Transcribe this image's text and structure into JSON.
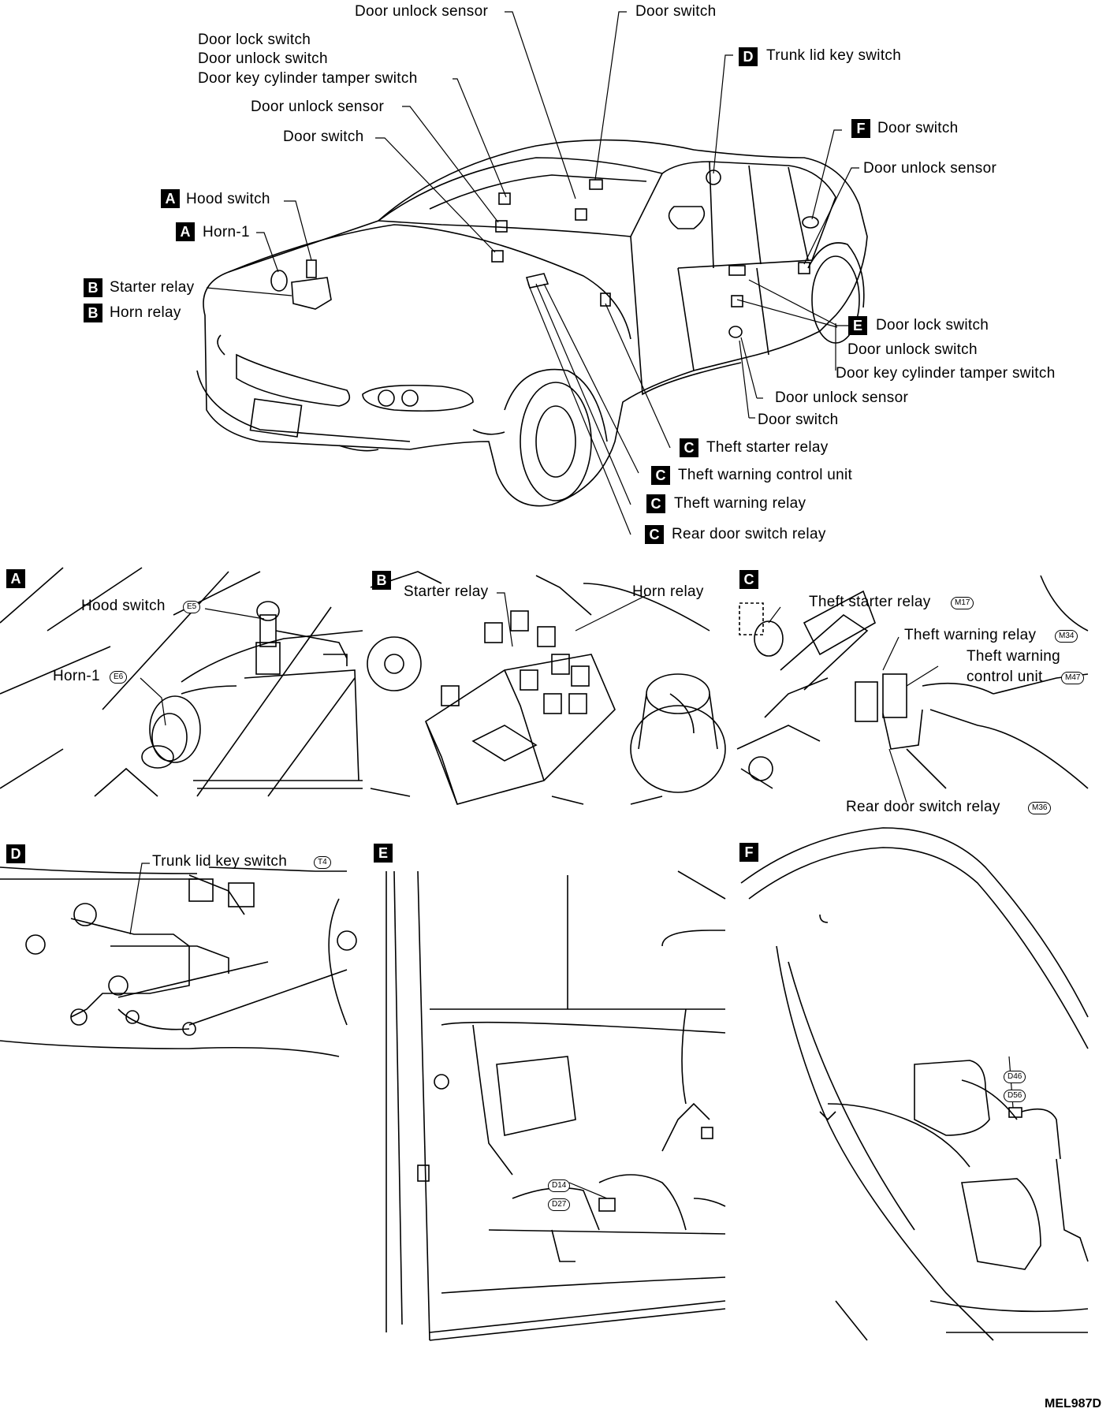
{
  "overview": {
    "labels": {
      "door_unlock_sensor_top": "Door unlock sensor",
      "door_switch_top": "Door switch",
      "door_lock_switch_l": "Door lock switch",
      "door_unlock_switch_l": "Door unlock switch",
      "door_key_cyl_l": "Door key cylinder tamper switch",
      "door_unlock_sensor_l": "Door unlock sensor",
      "door_switch_l": "Door switch",
      "hood_switch": "Hood switch",
      "horn1": "Horn-1",
      "starter_relay": "Starter relay",
      "horn_relay": "Horn relay",
      "trunk_lid_key_switch": "Trunk lid key switch",
      "door_switch_f": "Door switch",
      "door_unlock_sensor_r": "Door unlock sensor",
      "door_lock_switch_e": "Door lock switch",
      "door_unlock_switch_e": "Door unlock switch",
      "door_key_cyl_e": "Door key cylinder tamper switch",
      "door_unlock_sensor_rr": "Door unlock sensor",
      "door_switch_rr": "Door switch",
      "theft_starter_relay": "Theft starter relay",
      "theft_warning_cu": "Theft warning control unit",
      "theft_warning_relay": "Theft warning relay",
      "rear_door_switch_relay": "Rear door switch relay"
    },
    "tags": {
      "a": "A",
      "b": "B",
      "c": "C",
      "d": "D",
      "e": "E",
      "f": "F"
    }
  },
  "panels": {
    "a": {
      "tag": "A",
      "hood_switch": "Hood switch",
      "hood_conn": "E5",
      "horn1": "Horn-1",
      "horn1_conn": "E6"
    },
    "b": {
      "tag": "B",
      "starter_relay": "Starter relay",
      "horn_relay": "Horn relay"
    },
    "c": {
      "tag": "C",
      "theft_starter_relay": "Theft starter relay",
      "tsr_conn": "M17",
      "theft_warning_relay": "Theft warning relay",
      "twr_conn": "M34",
      "theft_warning_l1": "Theft warning",
      "theft_warning_l2": "control unit",
      "twcu_conn": "M47",
      "rear_door_switch_relay": "Rear door switch relay",
      "rdsr_conn": "M36"
    },
    "d": {
      "tag": "D",
      "trunk_lid_key_switch": "Trunk lid key switch",
      "conn": "T4"
    },
    "e": {
      "tag": "E",
      "conn1": "D14",
      "conn2": "D27"
    },
    "f": {
      "tag": "F",
      "conn1": "D46",
      "conn2": "D56"
    }
  },
  "figure_ref": "MEL987D"
}
